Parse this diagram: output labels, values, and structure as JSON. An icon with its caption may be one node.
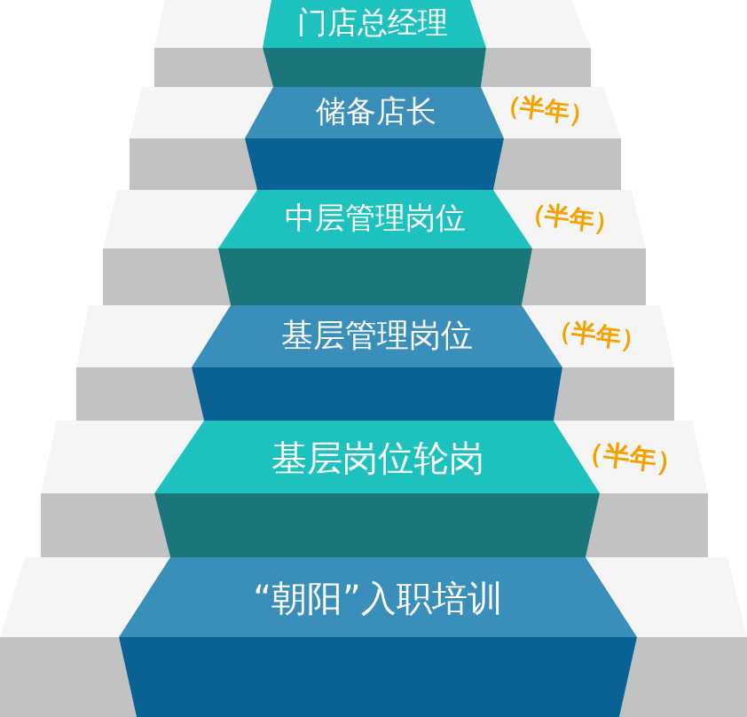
{
  "diagram": {
    "nodes": [
      {
        "text": [
          "门店总经理"
        ]
      },
      {
        "text": [
          "储备店长"
        ],
        "beside": [
          "（半年）"
        ]
      },
      {
        "text": [
          "中层管理岗位"
        ],
        "beside": [
          "（半年）"
        ]
      },
      {
        "text": [
          "基层管理岗位"
        ],
        "beside": [
          "（半年）"
        ]
      },
      {
        "text": [
          "基层岗位轮岗"
        ],
        "beside": [
          "（半年）"
        ]
      },
      {
        "text": [
          "“朝阳”入职培训"
        ]
      }
    ]
  }
}
